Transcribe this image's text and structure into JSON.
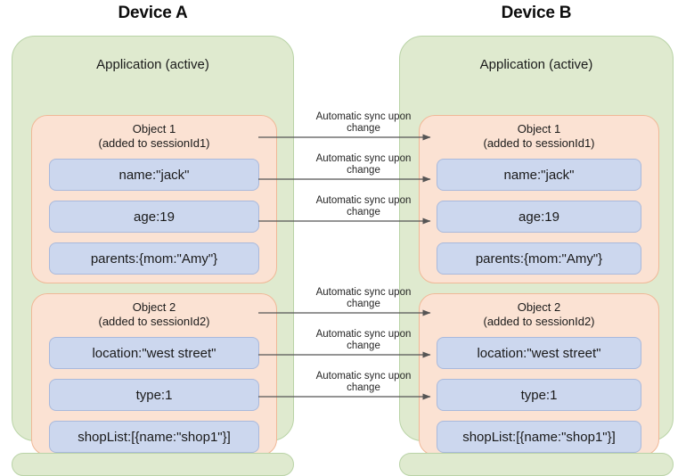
{
  "diagram": {
    "title_left": "Device A",
    "title_right": "Device B",
    "arrow_label_line1": "Automatic sync upon",
    "arrow_label_line2": "change",
    "colors": {
      "application_fill": "#dfeacf",
      "application_border": "#b9d3a6",
      "object_fill": "#fbe2d3",
      "object_border": "#f0b897",
      "property_fill": "#ccd7ee",
      "property_border": "#a9b9dc",
      "arrow": "#555555",
      "text": "#1a1a1a"
    }
  },
  "devices": [
    {
      "title": "Device A",
      "application_label": "Application (active)",
      "objects": [
        {
          "title": "Object 1",
          "subtitle": "(added to sessionId1)",
          "properties": [
            "name:\"jack\"",
            "age:19",
            "parents:{mom:\"Amy\"}"
          ]
        },
        {
          "title": "Object 2",
          "subtitle": "(added to sessionId2)",
          "properties": [
            "location:\"west street\"",
            "type:1",
            "shopList:[{name:\"shop1\"}]"
          ]
        }
      ]
    },
    {
      "title": "Device B",
      "application_label": "Application (active)",
      "objects": [
        {
          "title": "Object 1",
          "subtitle": "(added to sessionId1)",
          "properties": [
            "name:\"jack\"",
            "age:19",
            "parents:{mom:\"Amy\"}"
          ]
        },
        {
          "title": "Object 2",
          "subtitle": "(added to sessionId2)",
          "properties": [
            "location:\"west street\"",
            "type:1",
            "shopList:[{name:\"shop1\"}]"
          ]
        }
      ]
    }
  ],
  "sync_arrows": [
    {
      "label_line1": "Automatic sync upon",
      "label_line2": "change",
      "from": "name:\"jack\"",
      "to": "name:\"jack\""
    },
    {
      "label_line1": "Automatic sync upon",
      "label_line2": "change",
      "from": "age:19",
      "to": "age:19"
    },
    {
      "label_line1": "Automatic sync upon",
      "label_line2": "change",
      "from": "parents:{mom:\"Amy\"}",
      "to": "parents:{mom:\"Amy\"}"
    },
    {
      "label_line1": "Automatic sync upon",
      "label_line2": "change",
      "from": "location:\"west street\"",
      "to": "location:\"west street\""
    },
    {
      "label_line1": "Automatic sync upon",
      "label_line2": "change",
      "from": "type:1",
      "to": "type:1"
    },
    {
      "label_line1": "Automatic sync upon",
      "label_line2": "change",
      "from": "shopList:[{name:\"shop1\"}]",
      "to": "shopList:[{name:\"shop1\"}]"
    }
  ]
}
